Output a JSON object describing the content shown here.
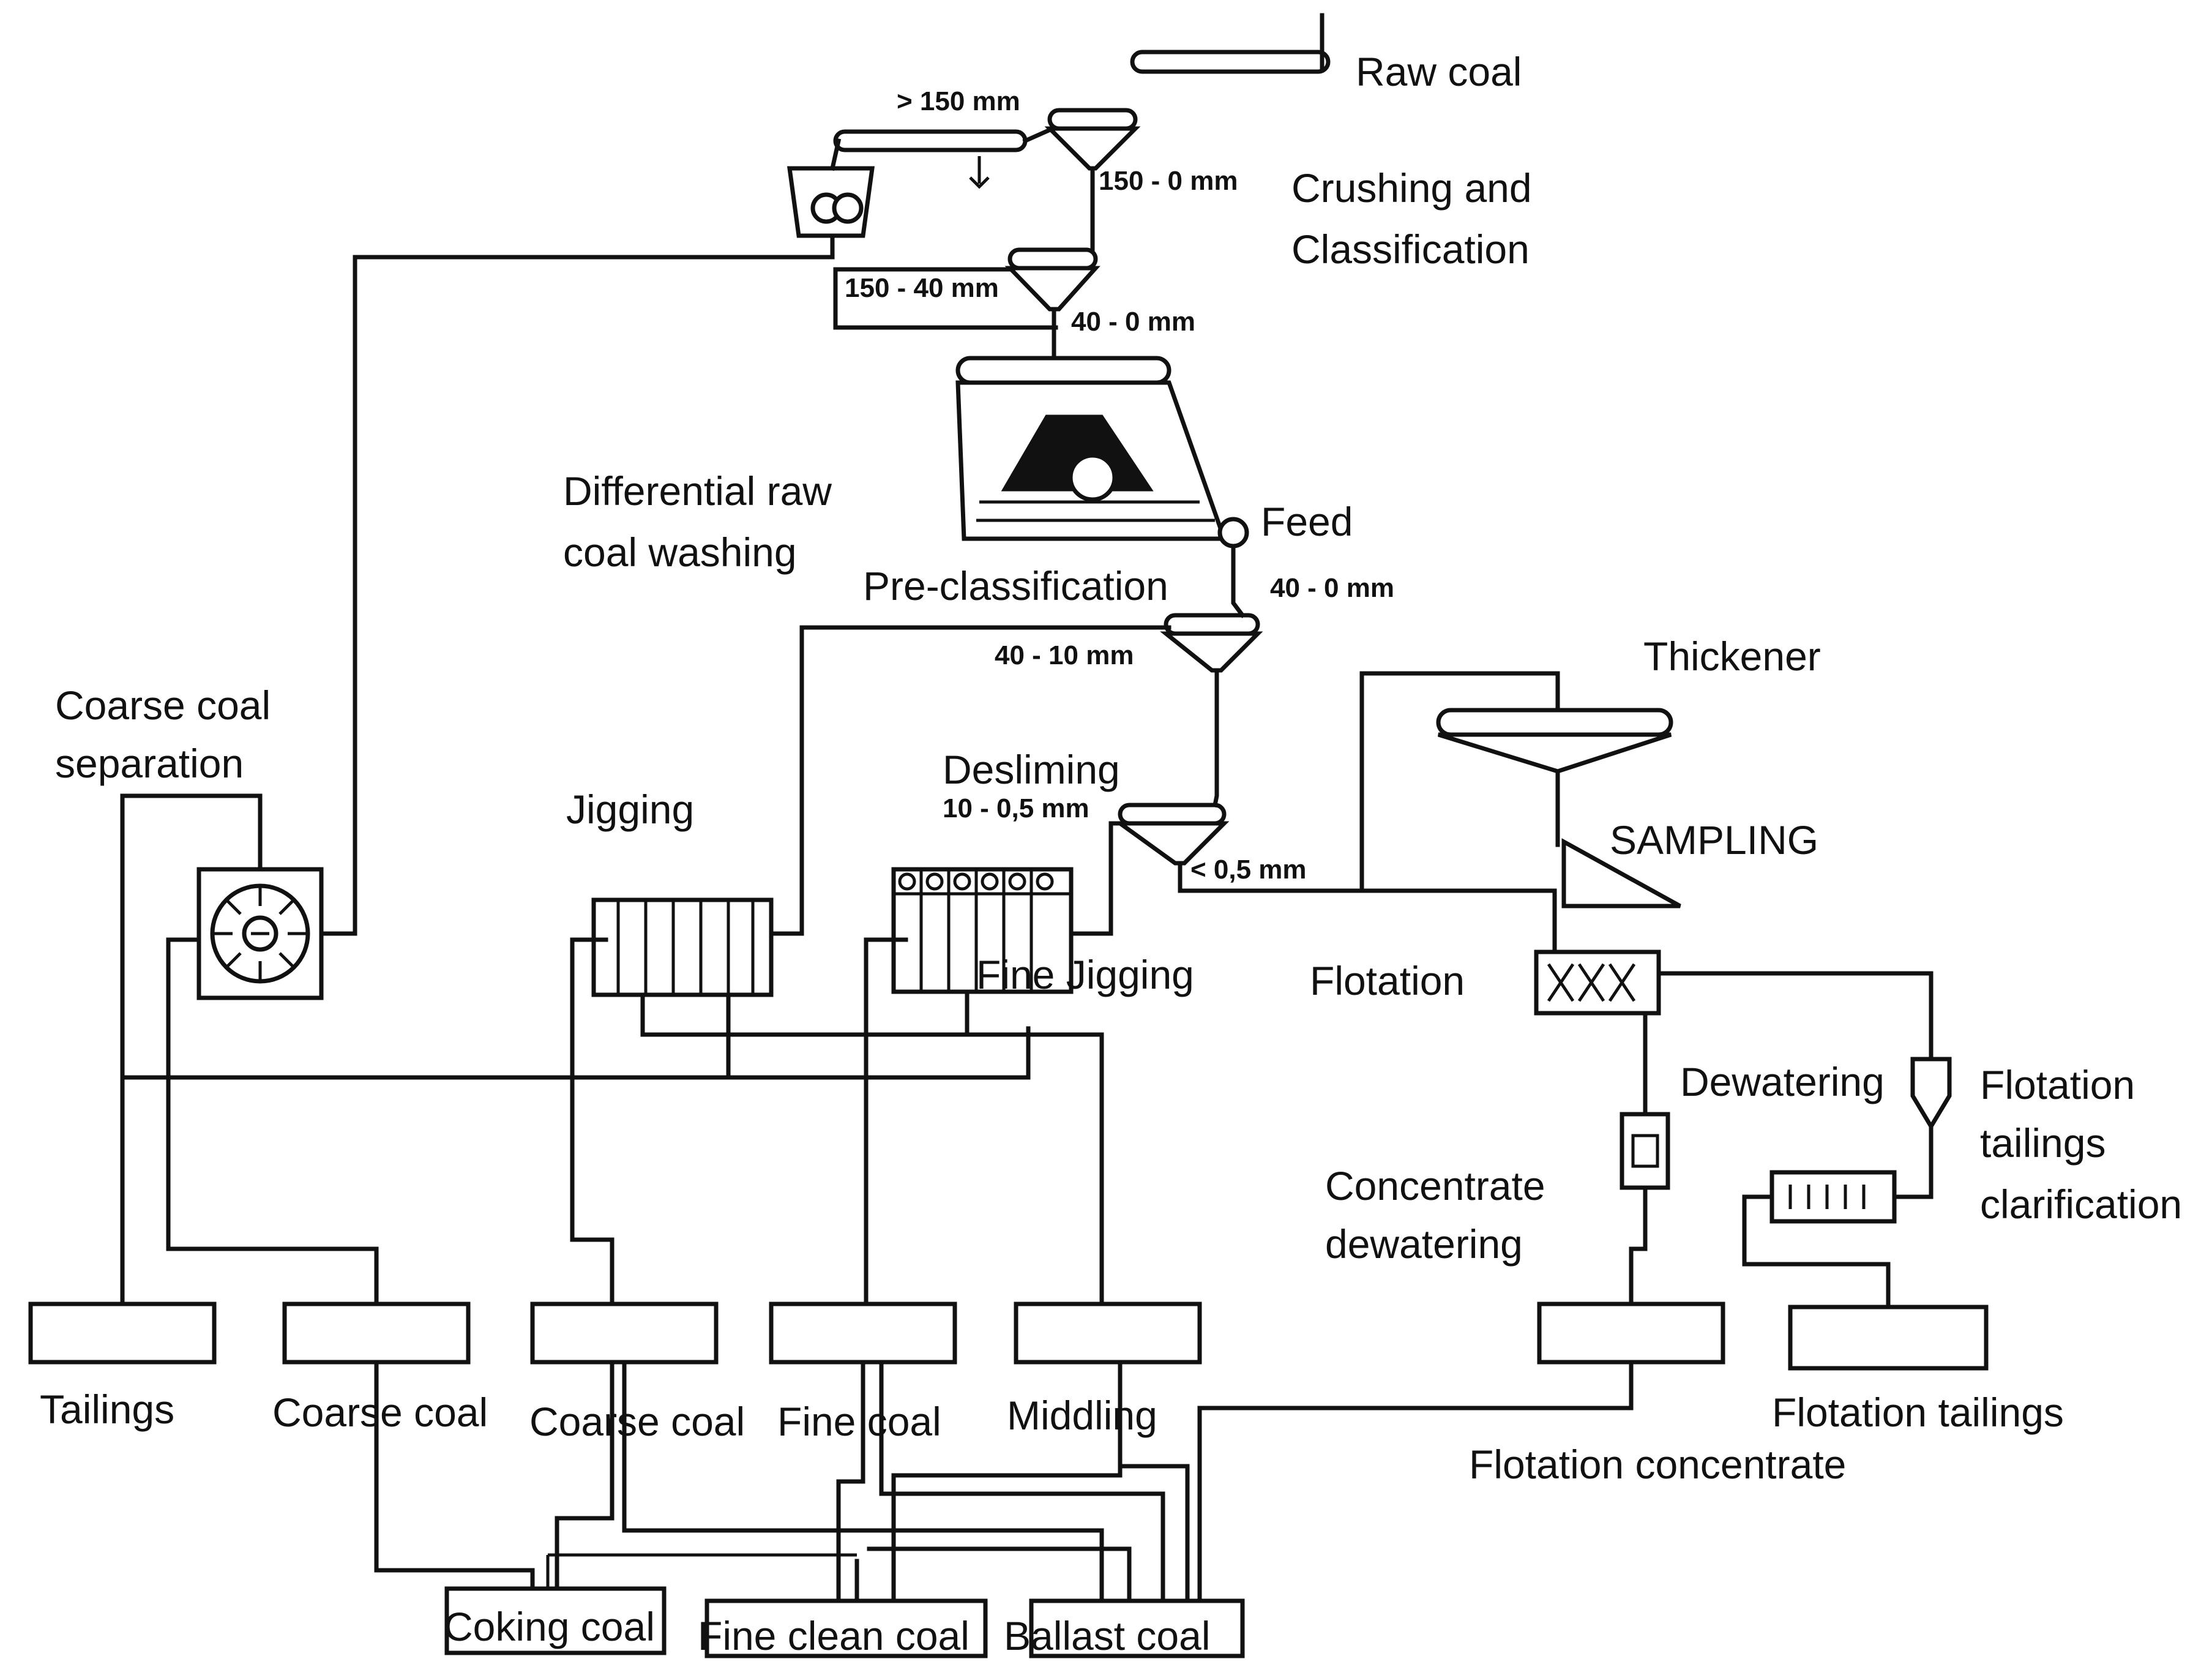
{
  "labels": {
    "raw_coal": "Raw coal",
    "crushing_line1": "Crushing and",
    "crushing_line2": "Classification",
    "gt150": "> 150 mm",
    "s150_0": "150 - 0 mm",
    "s150_40": "150 - 40 mm",
    "s40_0": "40 - 0 mm",
    "differential_line1": "Differential raw",
    "differential_line2": "coal washing",
    "feed": "Feed",
    "preclassification": "Pre-classification",
    "s40_0_b": "40 - 0 mm",
    "s40_10": "40 - 10 mm",
    "coarse_sep_line1": "Coarse coal",
    "coarse_sep_line2": "separation",
    "jigging": "Jigging",
    "desliming": "Desliming",
    "s10_05": "10 - 0,5 mm",
    "lt05": "< 0,5 mm",
    "thickener": "Thickener",
    "sampling": "SAMPLING",
    "fine_jigging": "Fine Jigging",
    "flotation": "Flotation",
    "dewatering": "Dewatering",
    "flot_tail_clar_line1": "Flotation",
    "flot_tail_clar_line2": "tailings",
    "flot_tail_clar_line3": "clarification",
    "conc_dew_line1": "Concentrate",
    "conc_dew_line2": "dewatering",
    "tailings": "Tailings",
    "coarse_coal_1": "Coarse coal",
    "coarse_coal_2": "Coarse coal",
    "fine_coal": "Fine coal",
    "middling": "Middling",
    "flotation_tailings": "Flotation tailings",
    "flotation_concentrate": "Flotation concentrate",
    "coking_coal": "Coking coal",
    "fine_clean_coal": "Fine clean coal",
    "ballast_coal": "Ballast coal"
  }
}
